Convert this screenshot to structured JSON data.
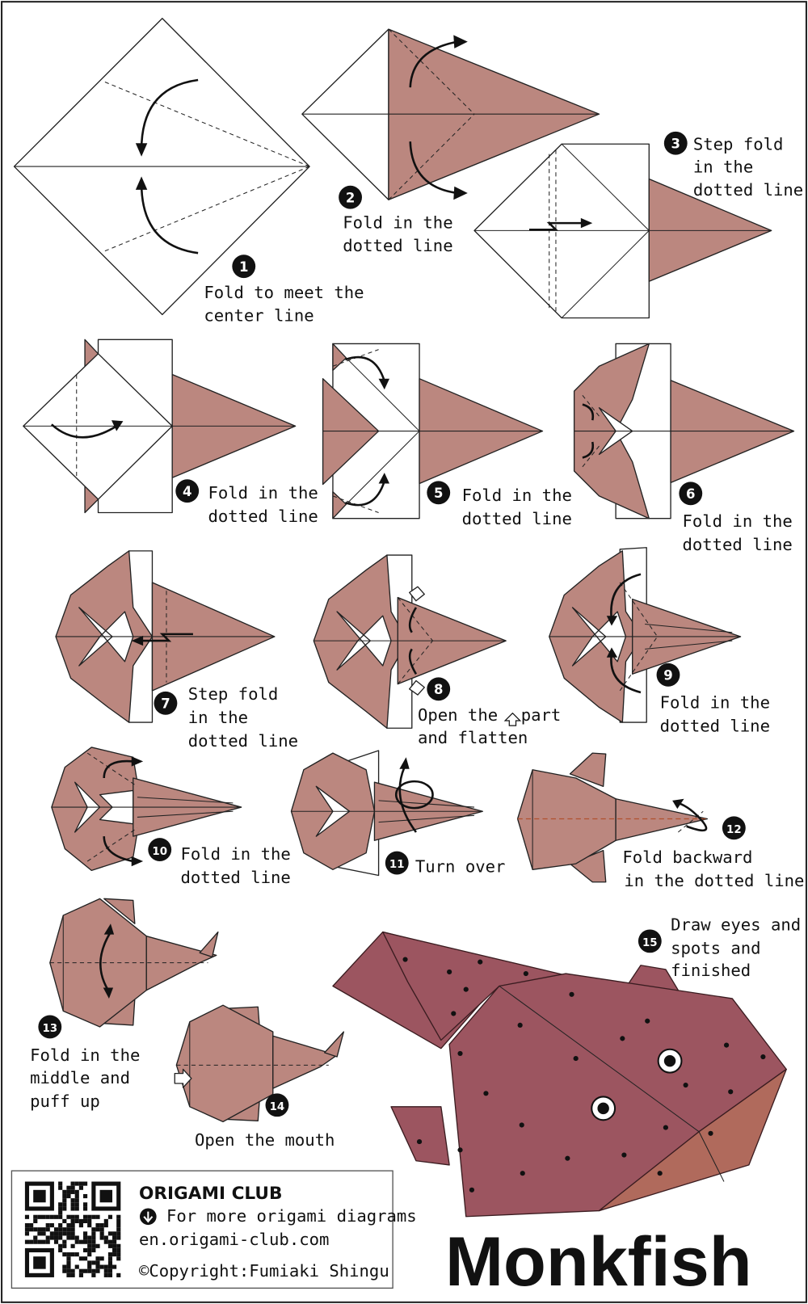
{
  "title": "Monkfish",
  "colors": {
    "paper": "#bb877f",
    "finished_body": "#9c5560",
    "finished_belly": "#b06a5c"
  },
  "steps": [
    {
      "number": "1",
      "lines": [
        "Fold to meet the",
        "center line"
      ]
    },
    {
      "number": "2",
      "lines": [
        "Fold in the",
        "dotted line"
      ]
    },
    {
      "number": "3",
      "lines": [
        "Step fold",
        "in the",
        "dotted line"
      ]
    },
    {
      "number": "4",
      "lines": [
        "Fold in the",
        "dotted line"
      ]
    },
    {
      "number": "5",
      "lines": [
        "Fold in the",
        "dotted line"
      ]
    },
    {
      "number": "6",
      "lines": [
        "Fold in the",
        "dotted line"
      ]
    },
    {
      "number": "7",
      "lines": [
        "Step fold",
        "in the",
        "dotted line"
      ]
    },
    {
      "number": "8",
      "lines": [
        "Open the ",
        "part",
        "and flatten"
      ]
    },
    {
      "number": "9",
      "lines": [
        "Fold in the",
        "dotted line"
      ]
    },
    {
      "number": "10",
      "lines": [
        "Fold in the",
        "dotted line"
      ]
    },
    {
      "number": "11",
      "lines": [
        "Turn over"
      ]
    },
    {
      "number": "12",
      "lines": [
        "Fold backward",
        "in the dotted line"
      ]
    },
    {
      "number": "13",
      "lines": [
        "Fold in the",
        "middle and",
        "puff up"
      ]
    },
    {
      "number": "14",
      "lines": [
        "Open the mouth"
      ]
    },
    {
      "number": "15",
      "lines": [
        "Draw eyes and",
        "spots and",
        "finished"
      ]
    }
  ],
  "footer": {
    "brand": "ORIGAMI CLUB",
    "more": "For more origami diagrams",
    "url": "en.origami-club.com",
    "copyright": "©Copyright:Fumiaki Shingu"
  }
}
